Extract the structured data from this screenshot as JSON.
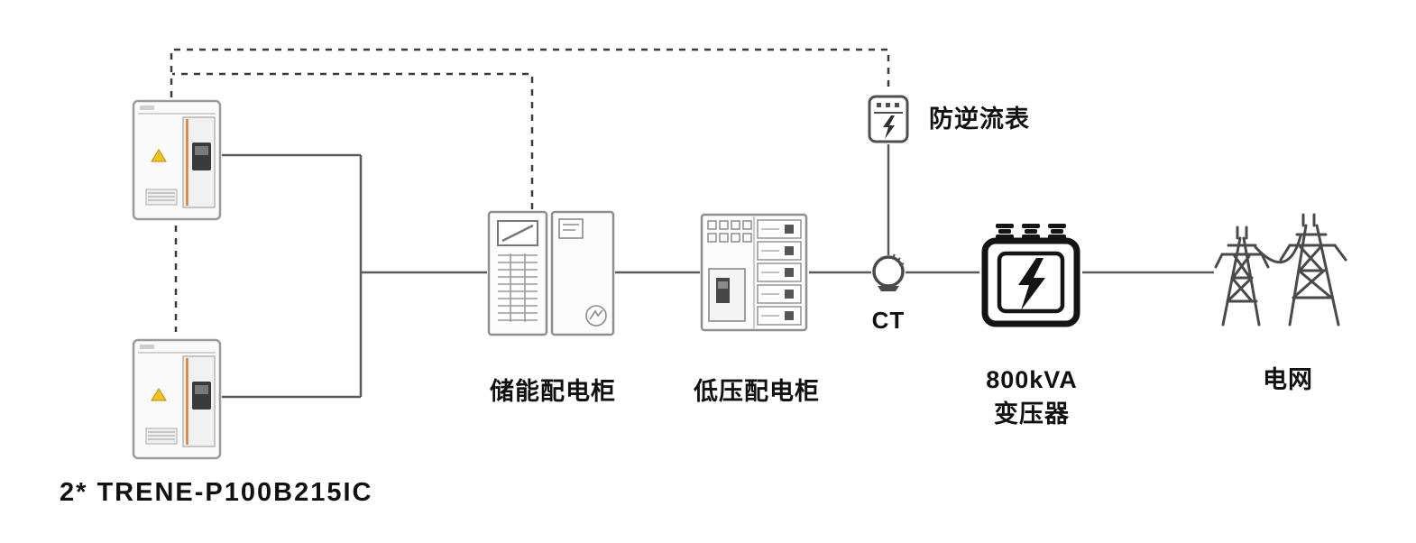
{
  "diagram": {
    "type": "energy-storage-single-line-diagram",
    "nodes": {
      "battery_units": {
        "label": "2* TRENE-P100B215IC",
        "count": 2,
        "icon": "battery-cabinet-icon"
      },
      "storage_cabinet": {
        "label": "储能配电柜",
        "icon": "storage-distribution-cabinet-icon"
      },
      "lv_cabinet": {
        "label": "低压配电柜",
        "icon": "low-voltage-cabinet-icon"
      },
      "ct": {
        "label": "CT",
        "icon": "current-transformer-icon"
      },
      "meter": {
        "label": "防逆流表",
        "icon": "anti-backflow-meter-icon"
      },
      "transformer": {
        "label_line1": "800kVA",
        "label_line2": "变压器",
        "icon": "transformer-icon"
      },
      "grid": {
        "label": "电网",
        "icon": "power-grid-towers-icon"
      }
    },
    "connections": {
      "solid": "power-lines",
      "dashed": "communication-lines"
    },
    "colors": {
      "line": "#5a5a5a",
      "dashed_line": "#3a3a3a",
      "accent_orange": "#e07a30",
      "warning_yellow": "#f5c21b",
      "icon_dark": "#141414",
      "cabinet_fill": "#fbfbfb",
      "cabinet_stroke": "#8f8f8f",
      "text": "#111111"
    }
  }
}
